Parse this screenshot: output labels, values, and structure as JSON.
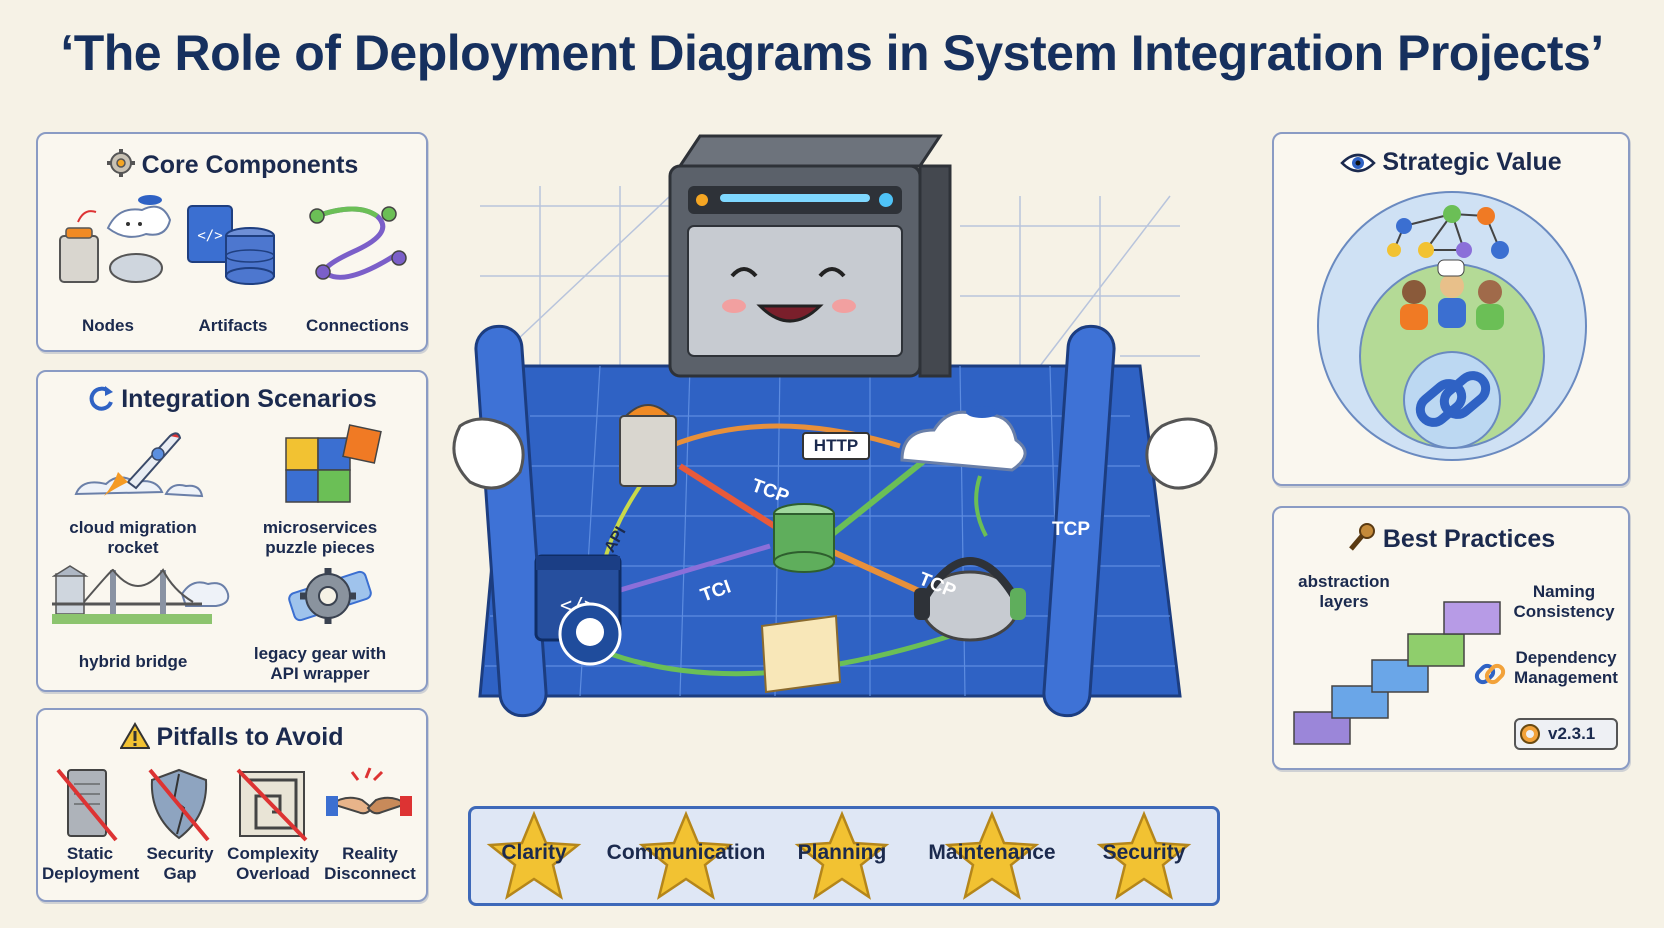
{
  "title": "‘The Role of Deployment Diagrams in System Integration Projects’",
  "core_components": {
    "title": "Core Components",
    "items": [
      "Nodes",
      "Artifacts",
      "Connections"
    ]
  },
  "integration_scenarios": {
    "title": "Integration Scenarios",
    "items": [
      "cloud migration rocket",
      "microservices puzzle pieces",
      "hybrid bridge",
      "legacy gear with API wrapper"
    ]
  },
  "pitfalls": {
    "title": "Pitfalls to Avoid",
    "items": [
      "Static Deployment",
      "Security Gap",
      "Complexity Overload",
      "Reality Disconnect"
    ]
  },
  "strategic_value": {
    "title": "Strategic Value"
  },
  "best_practices": {
    "title": "Best Practices",
    "items": [
      "abstraction layers",
      "Naming Consistency",
      "Dependency Management"
    ],
    "version": "v2.3.1"
  },
  "center_diagram": {
    "links": [
      "HTTP",
      "TCP",
      "TCP",
      "TCP",
      "TCI",
      "API"
    ]
  },
  "benefits": [
    "Clarity",
    "Communication",
    "Planning",
    "Maintenance",
    "Security"
  ],
  "colors": {
    "title": "#16305e",
    "panel_border": "#8a9bc4",
    "blueprint": "#2f62c4",
    "star": "#f2c232"
  }
}
